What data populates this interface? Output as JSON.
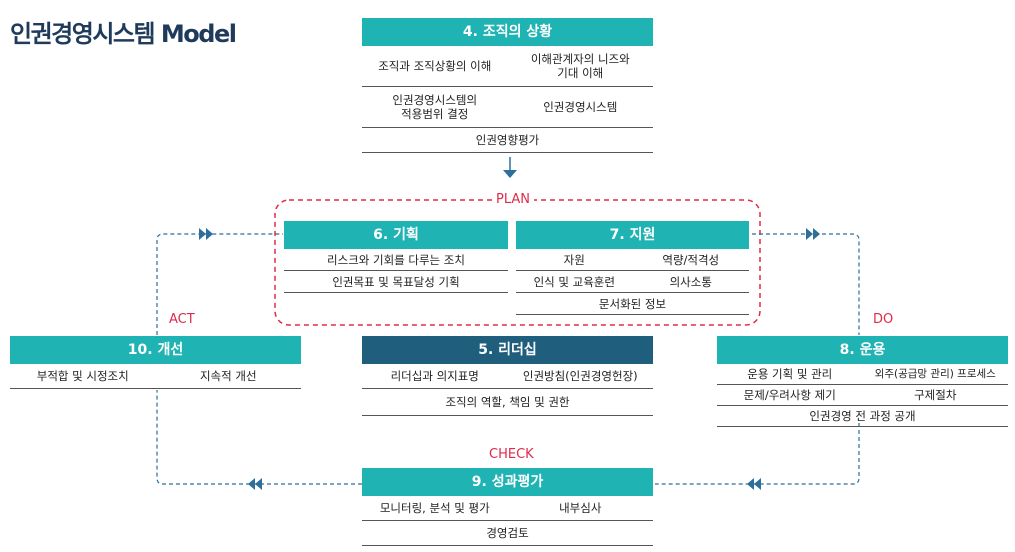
{
  "title": "인권경영시스템 Model",
  "labels": {
    "plan": "PLAN",
    "do": "DO",
    "check": "CHECK",
    "act": "ACT"
  },
  "colors": {
    "teal": "#20b3b3",
    "navy": "#1f5f7d",
    "line": "#2d6e9a",
    "plan_border": "#e02a4a"
  },
  "boxes": {
    "context": {
      "title": "4. 조직의 상황",
      "rows": [
        [
          "조직과 조직상황의 이해",
          "이해관계자의 니즈와\n기대 이해"
        ],
        [
          "인권경영시스템의\n적용범위 결정",
          "인권경영시스템"
        ],
        [
          "인권영향평가"
        ]
      ]
    },
    "planning": {
      "title": "6. 기획",
      "rows": [
        [
          "리스크와 기회를 다루는 조치"
        ],
        [
          "인권목표 및 목표달성 기획"
        ]
      ]
    },
    "support": {
      "title": "7. 지원",
      "rows": [
        [
          "자원",
          "역량/적격성"
        ],
        [
          "인식 및 교육훈련",
          "의사소통"
        ],
        [
          "문서화된 정보"
        ]
      ]
    },
    "improvement": {
      "title": "10. 개선",
      "rows": [
        [
          "부적합 및 시정조치",
          "지속적 개선"
        ]
      ]
    },
    "leadership": {
      "title": "5. 리더십",
      "rows": [
        [
          "리더십과 의지표명",
          "인권방침(인권경영헌장)"
        ],
        [
          "조직의 역할, 책임 및 권한"
        ]
      ]
    },
    "operation": {
      "title": "8. 운용",
      "rows": [
        [
          "운용 기획 및 관리",
          "외주(공급망 관리) 프로세스"
        ],
        [
          "문제/우려사항 제기",
          "구제절차"
        ],
        [
          "인권경영 전 과정 공개"
        ]
      ]
    },
    "evaluation": {
      "title": "9. 성과평가",
      "rows": [
        [
          "모니터링, 분석 및 평가",
          "내부심사"
        ],
        [
          "경영검토"
        ]
      ]
    }
  }
}
